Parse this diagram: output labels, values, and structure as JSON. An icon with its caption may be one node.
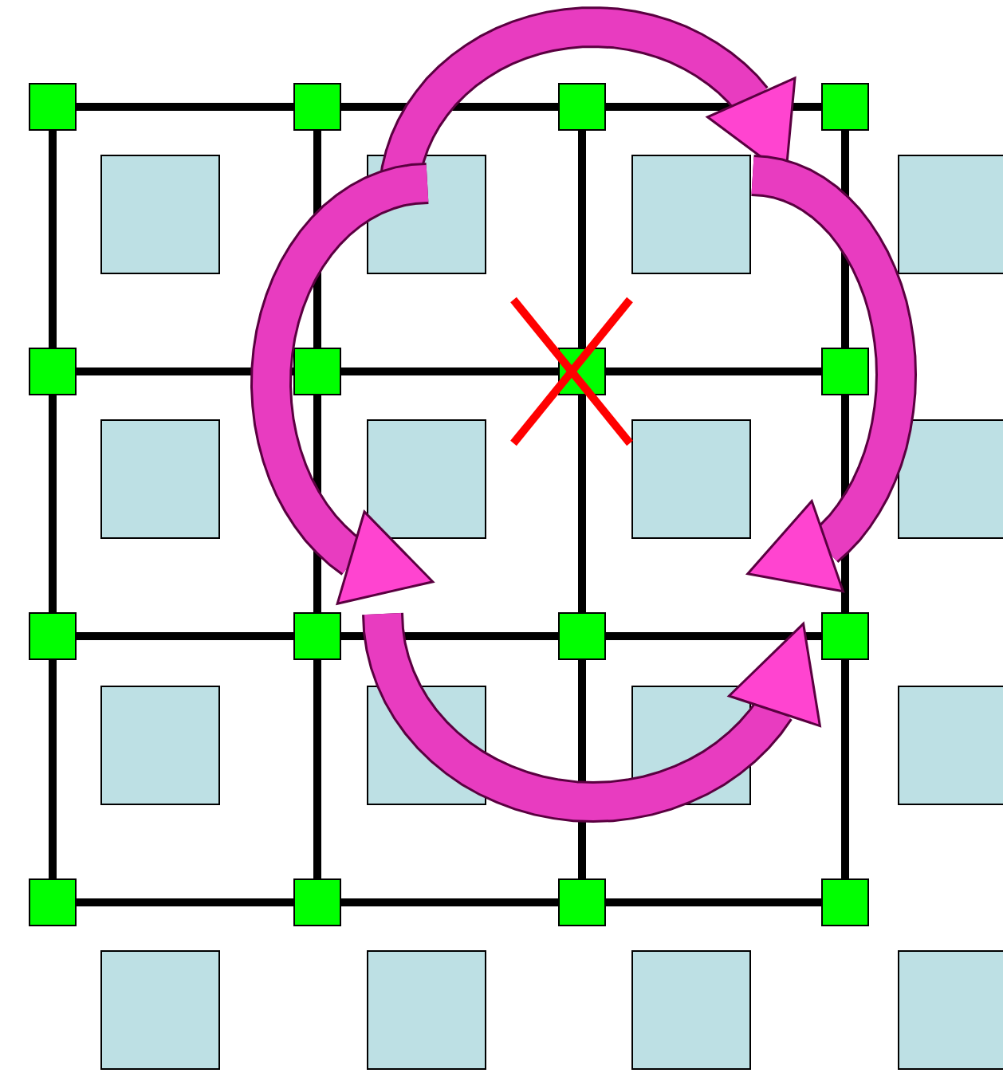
{
  "diagram": {
    "nodes": [
      {
        "text": [],
        "shape": "box"
      },
      {
        "text": [],
        "shape": "box"
      },
      {
        "text": [],
        "shape": "box"
      },
      {
        "text": [],
        "shape": "box"
      },
      {
        "text": [],
        "shape": "box"
      },
      {
        "text": [],
        "shape": "box"
      },
      {
        "text": [],
        "shape": "box"
      },
      {
        "text": [],
        "shape": "box"
      },
      {
        "text": [],
        "shape": "box"
      },
      {
        "text": [],
        "shape": "box"
      },
      {
        "text": [],
        "shape": "box"
      },
      {
        "text": [],
        "shape": "box"
      },
      {
        "text": [],
        "shape": "box"
      },
      {
        "text": [],
        "shape": "box"
      },
      {
        "text": [],
        "shape": "box"
      },
      {
        "text": [],
        "shape": "box"
      },
      {
        "text": [],
        "shape": "box"
      },
      {
        "text": [],
        "shape": "box"
      },
      {
        "text": [],
        "shape": "box"
      },
      {
        "text": [],
        "shape": "box"
      },
      {
        "text": [],
        "shape": "box"
      },
      {
        "text": [],
        "shape": "box"
      },
      {
        "text": [],
        "shape": "box"
      },
      {
        "text": [],
        "shape": "box"
      },
      {
        "text": [],
        "shape": "box"
      },
      {
        "text": [],
        "shape": "box"
      },
      {
        "text": [],
        "shape": "box"
      },
      {
        "text": [],
        "shape": "box"
      },
      {
        "text": [],
        "shape": "box"
      },
      {
        "text": [],
        "shape": "box"
      },
      {
        "text": [],
        "shape": "box"
      },
      {
        "text": [],
        "shape": "box"
      }
    ],
    "edges": [
      {
        "from": 0,
        "to": 1,
        "arrow": "none"
      },
      {
        "from": 1,
        "to": 2,
        "arrow": "none"
      },
      {
        "from": 2,
        "to": 3,
        "arrow": "none"
      },
      {
        "from": 0,
        "to": 8,
        "arrow": "none"
      },
      {
        "from": 1,
        "to": 9,
        "arrow": "none"
      },
      {
        "from": 2,
        "to": 10,
        "arrow": "none"
      },
      {
        "from": 3,
        "to": 11,
        "arrow": "none"
      },
      {
        "from": 8,
        "to": 9,
        "arrow": "none"
      },
      {
        "from": 9,
        "to": 10,
        "arrow": "none"
      },
      {
        "from": 10,
        "to": 11,
        "arrow": "none"
      },
      {
        "from": 8,
        "to": 16,
        "arrow": "none"
      },
      {
        "from": 9,
        "to": 17,
        "arrow": "none"
      },
      {
        "from": 10,
        "to": 18,
        "arrow": "none"
      },
      {
        "from": 11,
        "to": 19,
        "arrow": "none"
      },
      {
        "from": 16,
        "to": 17,
        "arrow": "none"
      },
      {
        "from": 17,
        "to": 18,
        "arrow": "none"
      },
      {
        "from": 18,
        "to": 19,
        "arrow": "none"
      },
      {
        "from": 16,
        "to": 24,
        "arrow": "none"
      },
      {
        "from": 17,
        "to": 25,
        "arrow": "none"
      },
      {
        "from": 18,
        "to": 26,
        "arrow": "none"
      },
      {
        "from": 19,
        "to": 27,
        "arrow": "none"
      },
      {
        "from": 24,
        "to": 25,
        "arrow": "none"
      },
      {
        "from": 25,
        "to": 26,
        "arrow": "none"
      },
      {
        "from": 26,
        "to": 27,
        "arrow": "none"
      }
    ]
  }
}
